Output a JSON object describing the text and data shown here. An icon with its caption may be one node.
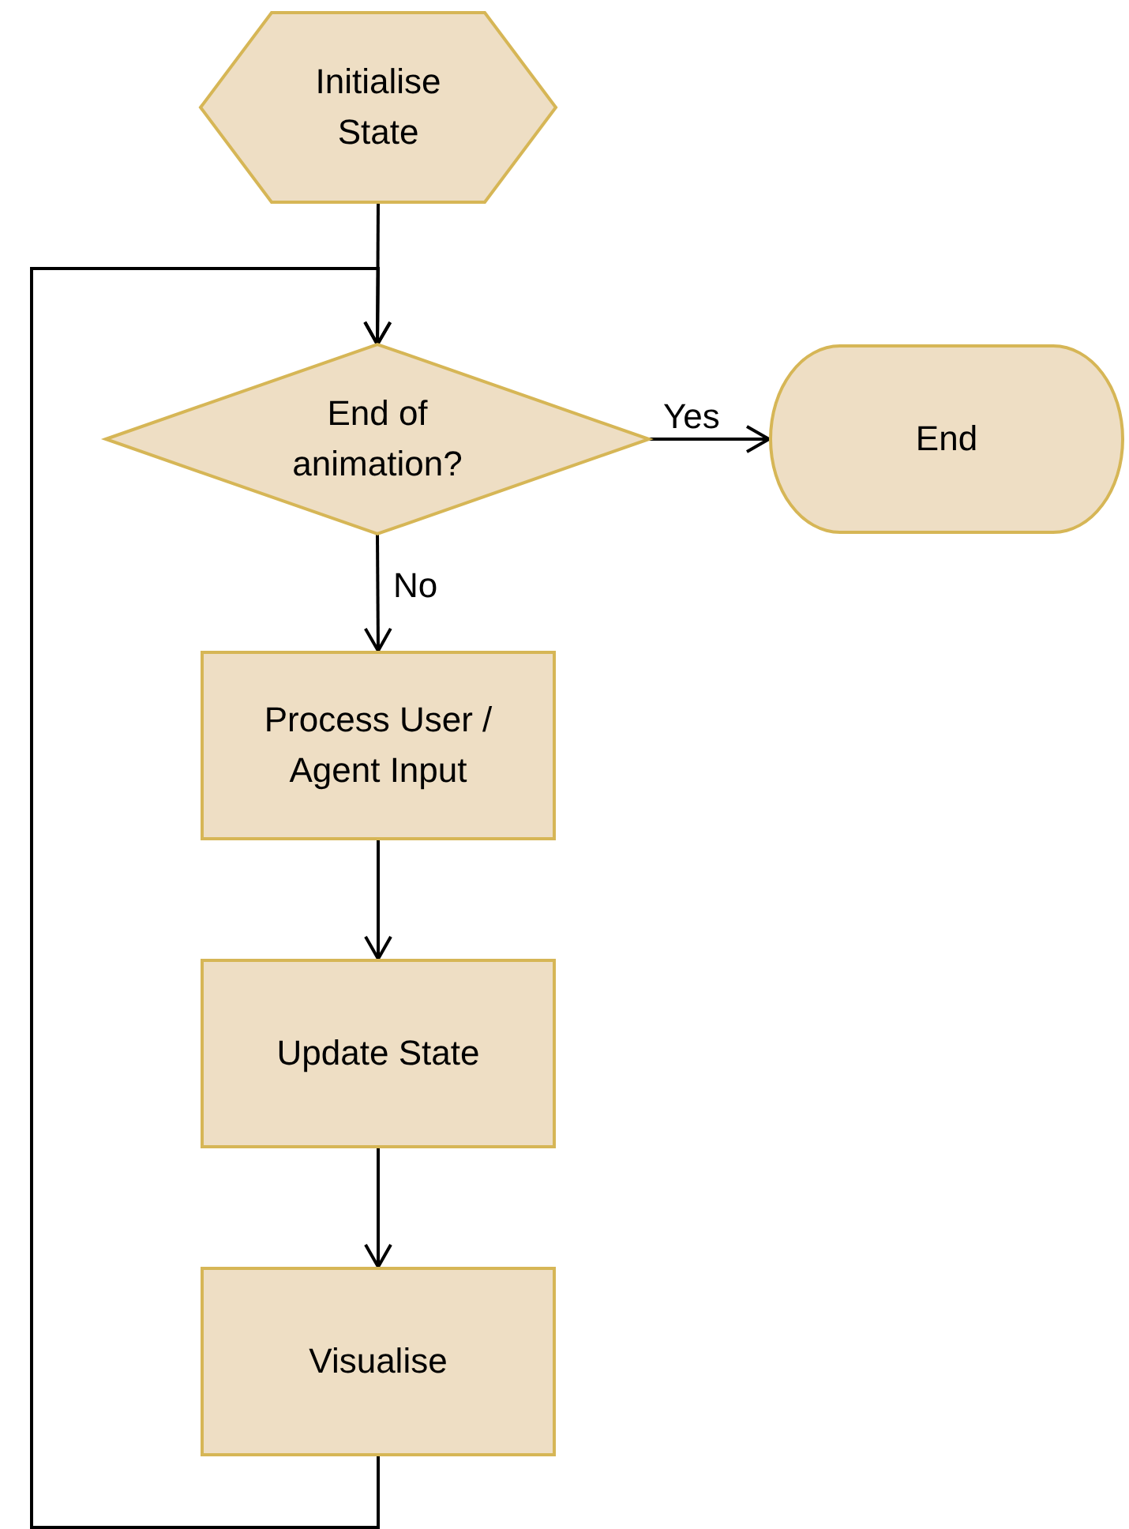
{
  "diagram": {
    "nodes": [
      {
        "text": [
          "Initialise State"
        ]
      },
      {
        "text": [
          "End of animation?"
        ]
      },
      {
        "text": [
          "End"
        ]
      },
      {
        "text": [
          "Process User / Agent Input"
        ]
      },
      {
        "text": [
          "Update State"
        ]
      },
      {
        "text": [
          "Visualise"
        ]
      }
    ],
    "edges": [
      {
        "from": 0,
        "to": 1,
        "arrow": "to"
      },
      {
        "from": 1,
        "to": 2,
        "arrow": "to",
        "label": "Yes"
      },
      {
        "from": 1,
        "to": 3,
        "arrow": "to",
        "label": "No"
      },
      {
        "from": 3,
        "to": 4,
        "arrow": "to"
      },
      {
        "from": 4,
        "to": 5,
        "arrow": "to"
      },
      {
        "from": 5,
        "to": 1,
        "arrow": "to"
      }
    ]
  }
}
